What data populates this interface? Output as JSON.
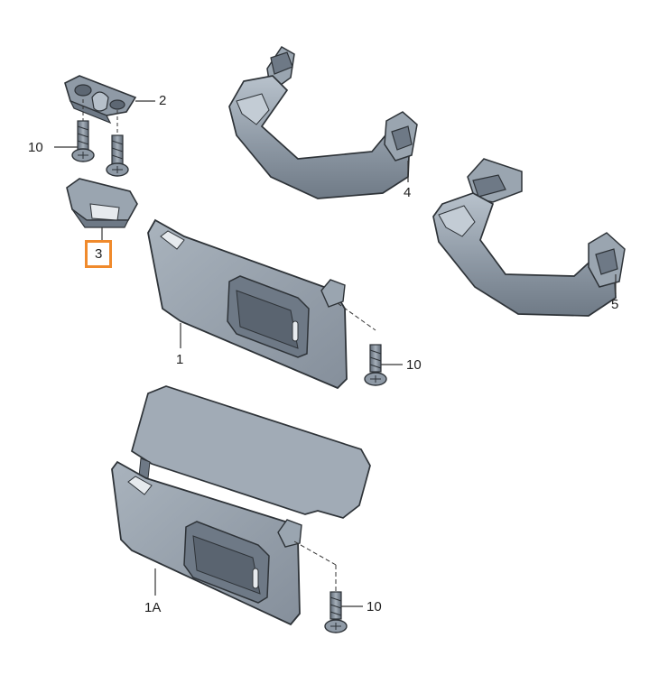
{
  "callouts": {
    "p1": "1",
    "p1a": "1A",
    "p2": "2",
    "p3": "3",
    "p4": "4",
    "p5": "5",
    "p10_left": "10",
    "p10_mid": "10",
    "p10_bottom": "10"
  },
  "colors": {
    "part_fill": "#8f9aa6",
    "part_dark": "#6e7986",
    "part_light": "#b6c0ca",
    "outline": "#2e3338",
    "highlight": "#f08a2c",
    "leader": "#333333"
  },
  "icons": [
    "sun-visor-shape",
    "grab-handle-shape",
    "screw-shape",
    "mount-bracket-shape",
    "cover-cap-shape"
  ]
}
